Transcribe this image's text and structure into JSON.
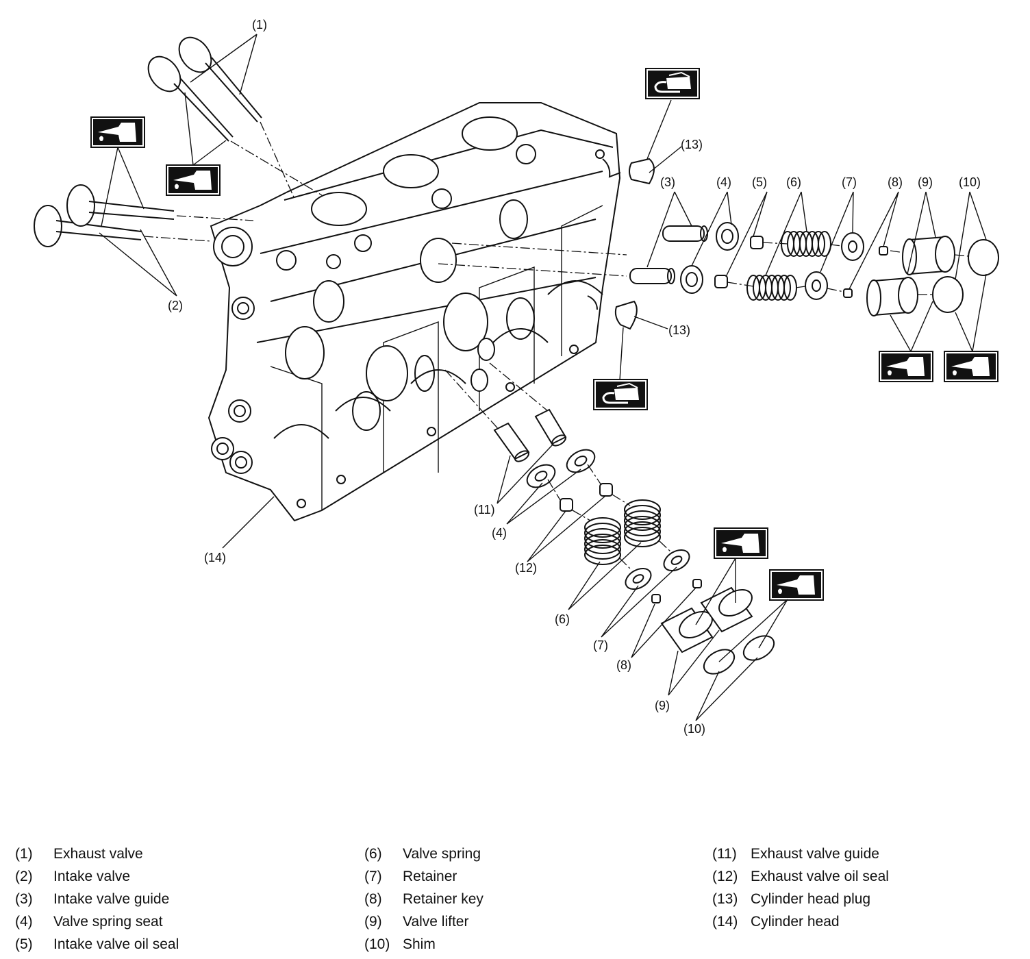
{
  "callouts": {
    "c1": "(1)",
    "c2": "(2)",
    "c3": "(3)",
    "c4a": "(4)",
    "c4b": "(4)",
    "c5": "(5)",
    "c6a": "(6)",
    "c6b": "(6)",
    "c7a": "(7)",
    "c7b": "(7)",
    "c8a": "(8)",
    "c8b": "(8)",
    "c9a": "(9)",
    "c9b": "(9)",
    "c10a": "(10)",
    "c10b": "(10)",
    "c11": "(11)",
    "c12": "(12)",
    "c13a": "(13)",
    "c13b": "(13)",
    "c14": "(14)"
  },
  "icons": {
    "oil_can": "oil-can-icon",
    "sealant_tube": "sealant-tube-icon"
  },
  "legend": [
    [
      {
        "num": "(1)",
        "text": "Exhaust valve"
      },
      {
        "num": "(2)",
        "text": "Intake valve"
      },
      {
        "num": "(3)",
        "text": "Intake valve guide"
      },
      {
        "num": "(4)",
        "text": "Valve spring seat"
      },
      {
        "num": "(5)",
        "text": "Intake valve oil seal"
      }
    ],
    [
      {
        "num": "(6)",
        "text": "Valve spring"
      },
      {
        "num": "(7)",
        "text": "Retainer"
      },
      {
        "num": "(8)",
        "text": "Retainer key"
      },
      {
        "num": "(9)",
        "text": "Valve lifter"
      },
      {
        "num": "(10)",
        "text": "Shim"
      }
    ],
    [
      {
        "num": "(11)",
        "text": "Exhaust valve guide"
      },
      {
        "num": "(12)",
        "text": "Exhaust valve oil seal"
      },
      {
        "num": "(13)",
        "text": "Cylinder head plug"
      },
      {
        "num": "(14)",
        "text": "Cylinder head"
      }
    ]
  ]
}
